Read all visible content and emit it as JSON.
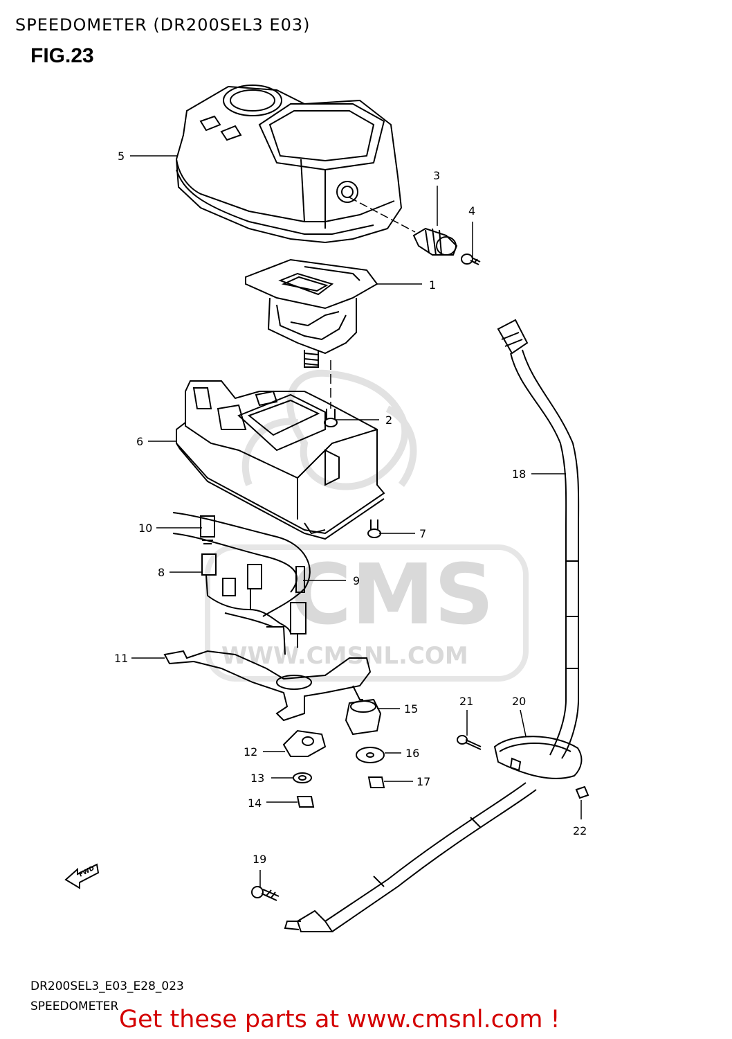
{
  "header": {
    "title": "SPEEDOMETER (DR200SEL3 E03)",
    "figure": "FIG.23"
  },
  "watermark": {
    "brand": "CMS",
    "url": "WWW.CMSNL.COM"
  },
  "callouts": [
    {
      "id": "c1",
      "label": "1"
    },
    {
      "id": "c2",
      "label": "2"
    },
    {
      "id": "c3",
      "label": "3"
    },
    {
      "id": "c4",
      "label": "4"
    },
    {
      "id": "c5",
      "label": "5"
    },
    {
      "id": "c6",
      "label": "6"
    },
    {
      "id": "c7",
      "label": "7"
    },
    {
      "id": "c8",
      "label": "8"
    },
    {
      "id": "c9",
      "label": "9"
    },
    {
      "id": "c10",
      "label": "10"
    },
    {
      "id": "c11",
      "label": "11"
    },
    {
      "id": "c12",
      "label": "12"
    },
    {
      "id": "c13",
      "label": "13"
    },
    {
      "id": "c14",
      "label": "14"
    },
    {
      "id": "c15",
      "label": "15"
    },
    {
      "id": "c16",
      "label": "16"
    },
    {
      "id": "c17",
      "label": "17"
    },
    {
      "id": "c18",
      "label": "18"
    },
    {
      "id": "c19",
      "label": "19"
    },
    {
      "id": "c20",
      "label": "20"
    },
    {
      "id": "c21",
      "label": "21"
    },
    {
      "id": "c22",
      "label": "22"
    }
  ],
  "fwd_label": "FWD",
  "footer": {
    "code": "DR200SEL3_E03_E28_023",
    "name": "SPEEDOMETER",
    "cta": "Get these parts at www.cmsnl.com !"
  },
  "colors": {
    "line": "#000000",
    "watermark": "#d9d9d9",
    "cta": "#d40000"
  }
}
